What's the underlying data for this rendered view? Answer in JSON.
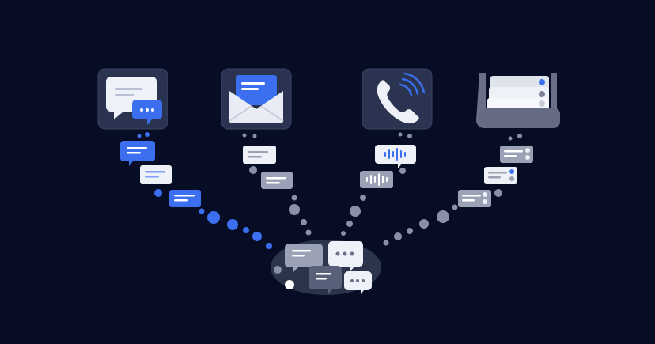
{
  "illustration": {
    "background_color": "#070d24",
    "accent_color": "#3b6ff0",
    "tile_color": "#2a3450",
    "hub_color": "#3a4258",
    "channels": [
      {
        "name": "chat",
        "icon": "chat-bubbles-icon",
        "trail_color": "#3b6ff0"
      },
      {
        "name": "email",
        "icon": "envelope-icon",
        "trail_color": "#8a90a8"
      },
      {
        "name": "phone",
        "icon": "phone-icon",
        "trail_color": "#8a90a8"
      },
      {
        "name": "inbox-tray",
        "icon": "tray-icon",
        "trail_color": "#8a90a8"
      }
    ]
  }
}
